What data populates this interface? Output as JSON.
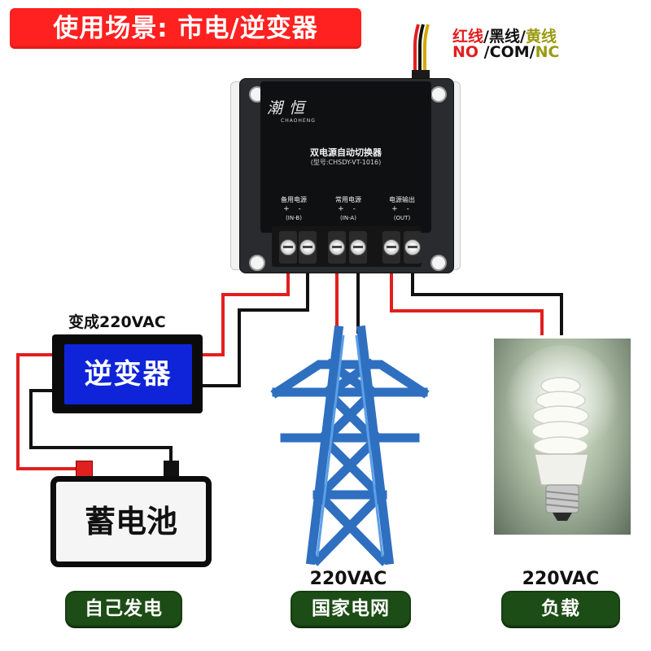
{
  "banner": {
    "title": "使用场景: 市电/逆变器"
  },
  "wire_legend": {
    "red": "红线",
    "slash1": "/",
    "black": "黑线",
    "slash2": "/",
    "yellow": "黄线",
    "no": "NO",
    "sep1": " /",
    "com": "COM",
    "sep2": "/",
    "nc": "NC"
  },
  "controller": {
    "brand": "潮恒",
    "brand_en": "CHAOHENG",
    "name": "双电源自动切换器",
    "model": "(型号:CHSDY-VT-1016)",
    "ports": [
      {
        "label": "备用电源",
        "code": "(IN-B)",
        "sign": "+ -"
      },
      {
        "label": "常用电源",
        "code": "(IN-A)",
        "sign": "+ -"
      },
      {
        "label": "电源输出",
        "code": "(OUT)",
        "sign": "+ -"
      }
    ]
  },
  "inverter": {
    "caption": "变成220VAC",
    "label": "逆变器"
  },
  "battery": {
    "label": "蓄电池"
  },
  "grid": {
    "voltage": "220VAC",
    "label": "国家电网"
  },
  "load": {
    "voltage": "220VAC",
    "label": "负载"
  },
  "self_gen": {
    "label": "自己发电"
  },
  "colors": {
    "banner": "#ff2020",
    "wire_red": "#e11f1f",
    "wire_black": "#111111",
    "wire_yellow": "#c8a800",
    "tower_blue": "#2f6fc0",
    "pill_green": "#1d4d16",
    "inverter_blue": "#0f24d8"
  },
  "icons": [
    "transmission-tower-icon",
    "cfl-bulb-icon",
    "signal-wire-bundle-icon"
  ]
}
